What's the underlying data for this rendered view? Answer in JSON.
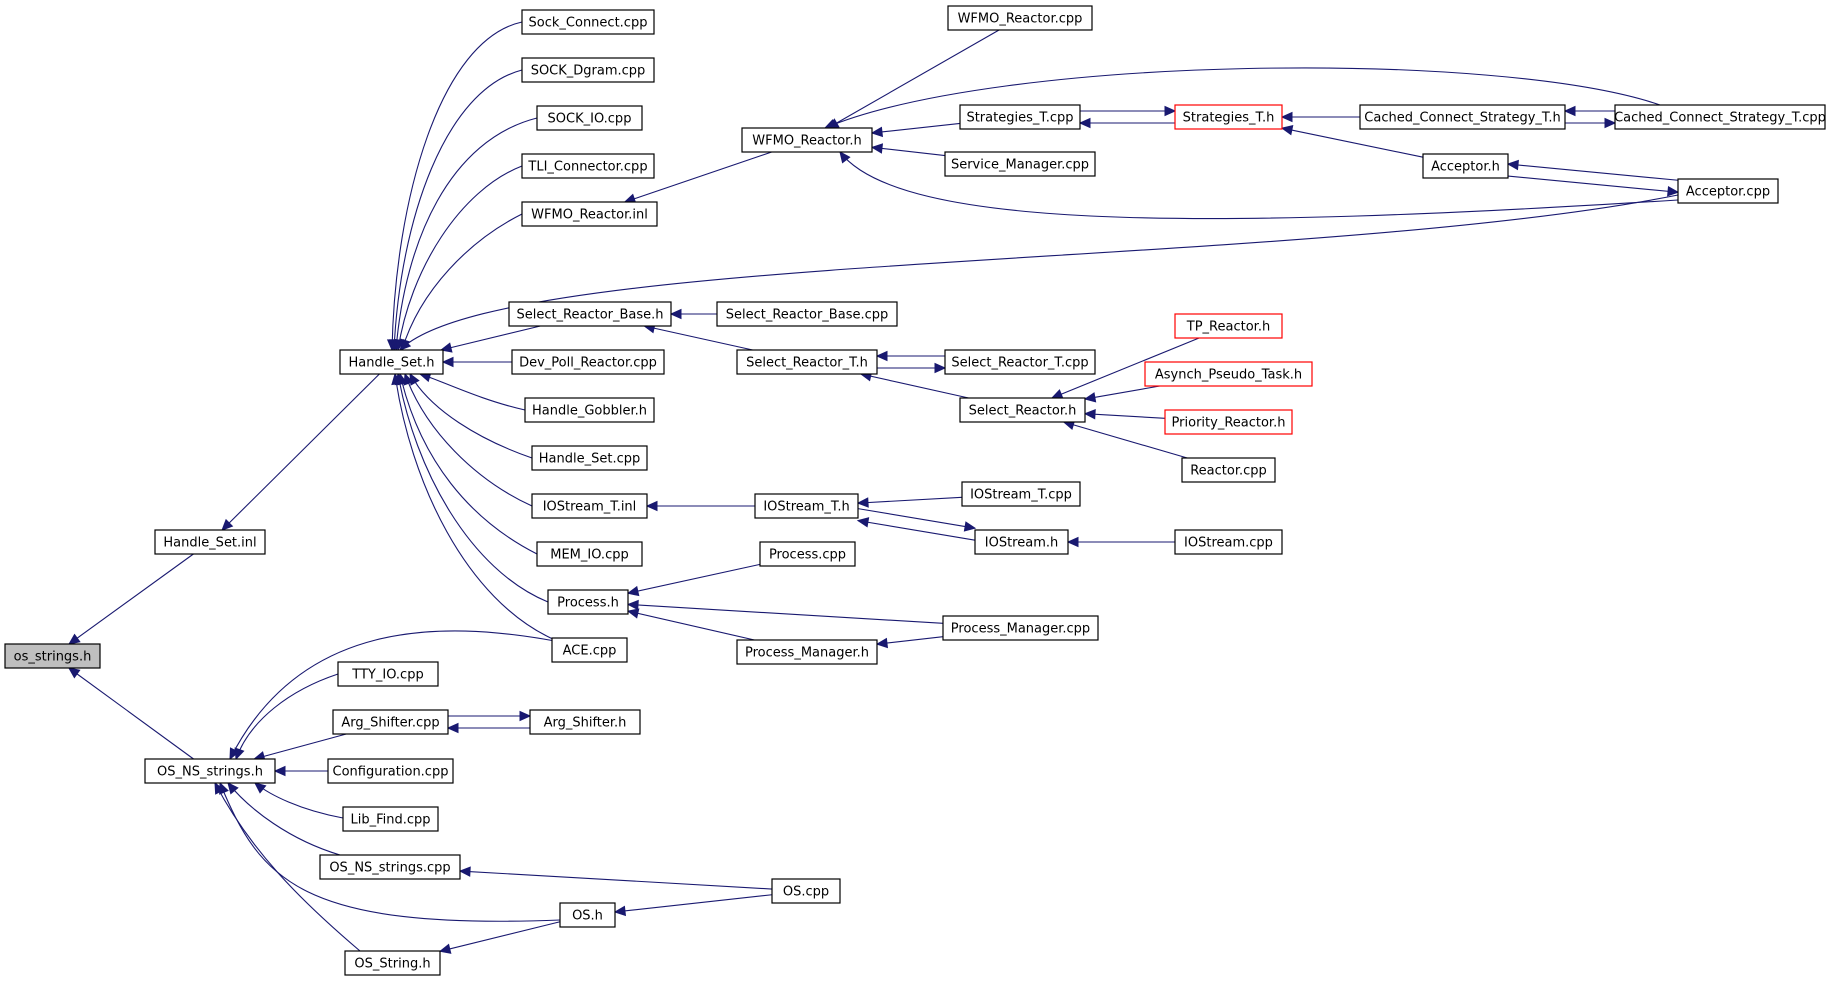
{
  "colors": {
    "edge": "#191970",
    "root_fill": "#bfbfbf",
    "red_border": "#ff0000"
  },
  "nodes": [
    {
      "id": "os_strings_h",
      "label": "os_strings.h",
      "root": true
    },
    {
      "id": "Handle_Set_inl",
      "label": "Handle_Set.inl"
    },
    {
      "id": "OS_NS_strings_h",
      "label": "OS_NS_strings.h"
    },
    {
      "id": "Handle_Set_h",
      "label": "Handle_Set.h"
    },
    {
      "id": "Sock_Connect_cpp",
      "label": "Sock_Connect.cpp"
    },
    {
      "id": "SOCK_Dgram_cpp",
      "label": "SOCK_Dgram.cpp"
    },
    {
      "id": "SOCK_IO_cpp",
      "label": "SOCK_IO.cpp"
    },
    {
      "id": "TLI_Connector_cpp",
      "label": "TLI_Connector.cpp"
    },
    {
      "id": "WFMO_Reactor_inl",
      "label": "WFMO_Reactor.inl"
    },
    {
      "id": "Select_Reactor_Base_h",
      "label": "Select_Reactor_Base.h"
    },
    {
      "id": "Dev_Poll_Reactor_cpp",
      "label": "Dev_Poll_Reactor.cpp"
    },
    {
      "id": "Handle_Gobbler_h",
      "label": "Handle_Gobbler.h"
    },
    {
      "id": "Handle_Set_cpp",
      "label": "Handle_Set.cpp"
    },
    {
      "id": "IOStream_T_inl",
      "label": "IOStream_T.inl"
    },
    {
      "id": "MEM_IO_cpp",
      "label": "MEM_IO.cpp"
    },
    {
      "id": "Process_h",
      "label": "Process.h"
    },
    {
      "id": "ACE_cpp",
      "label": "ACE.cpp"
    },
    {
      "id": "TTY_IO_cpp",
      "label": "TTY_IO.cpp"
    },
    {
      "id": "Arg_Shifter_cpp",
      "label": "Arg_Shifter.cpp"
    },
    {
      "id": "Arg_Shifter_h",
      "label": "Arg_Shifter.h"
    },
    {
      "id": "Configuration_cpp",
      "label": "Configuration.cpp"
    },
    {
      "id": "Lib_Find_cpp",
      "label": "Lib_Find.cpp"
    },
    {
      "id": "OS_NS_strings_cpp",
      "label": "OS_NS_strings.cpp"
    },
    {
      "id": "OS_h",
      "label": "OS.h"
    },
    {
      "id": "OS_String_h",
      "label": "OS_String.h"
    },
    {
      "id": "OS_cpp",
      "label": "OS.cpp"
    },
    {
      "id": "WFMO_Reactor_h",
      "label": "WFMO_Reactor.h"
    },
    {
      "id": "WFMO_Reactor_cpp",
      "label": "WFMO_Reactor.cpp"
    },
    {
      "id": "Strategies_T_cpp",
      "label": "Strategies_T.cpp"
    },
    {
      "id": "Service_Manager_cpp",
      "label": "Service_Manager.cpp"
    },
    {
      "id": "Strategies_T_h",
      "label": "Strategies_T.h",
      "red": true
    },
    {
      "id": "Cached_Connect_Strategy_T_h",
      "label": "Cached_Connect_Strategy_T.h"
    },
    {
      "id": "Cached_Connect_Strategy_T_cpp",
      "label": "Cached_Connect_Strategy_T.cpp"
    },
    {
      "id": "Acceptor_h",
      "label": "Acceptor.h"
    },
    {
      "id": "Acceptor_cpp",
      "label": "Acceptor.cpp"
    },
    {
      "id": "Select_Reactor_Base_cpp",
      "label": "Select_Reactor_Base.cpp"
    },
    {
      "id": "Select_Reactor_T_h",
      "label": "Select_Reactor_T.h"
    },
    {
      "id": "Select_Reactor_T_cpp",
      "label": "Select_Reactor_T.cpp"
    },
    {
      "id": "Select_Reactor_h",
      "label": "Select_Reactor.h"
    },
    {
      "id": "TP_Reactor_h",
      "label": "TP_Reactor.h",
      "red": true
    },
    {
      "id": "Asynch_Pseudo_Task_h",
      "label": "Asynch_Pseudo_Task.h",
      "red": true
    },
    {
      "id": "Priority_Reactor_h",
      "label": "Priority_Reactor.h",
      "red": true
    },
    {
      "id": "Reactor_cpp",
      "label": "Reactor.cpp"
    },
    {
      "id": "IOStream_T_h",
      "label": "IOStream_T.h"
    },
    {
      "id": "IOStream_T_cpp",
      "label": "IOStream_T.cpp"
    },
    {
      "id": "IOStream_h",
      "label": "IOStream.h"
    },
    {
      "id": "IOStream_cpp",
      "label": "IOStream.cpp"
    },
    {
      "id": "Process_cpp",
      "label": "Process.cpp"
    },
    {
      "id": "Process_Manager_h",
      "label": "Process_Manager.h"
    },
    {
      "id": "Process_Manager_cpp",
      "label": "Process_Manager.cpp"
    }
  ],
  "edges": [
    [
      "Handle_Set_inl",
      "os_strings_h"
    ],
    [
      "OS_NS_strings_h",
      "os_strings_h"
    ],
    [
      "Handle_Set_h",
      "Handle_Set_inl"
    ],
    [
      "Sock_Connect_cpp",
      "Handle_Set_h"
    ],
    [
      "SOCK_Dgram_cpp",
      "Handle_Set_h"
    ],
    [
      "SOCK_IO_cpp",
      "Handle_Set_h"
    ],
    [
      "TLI_Connector_cpp",
      "Handle_Set_h"
    ],
    [
      "WFMO_Reactor_inl",
      "Handle_Set_h"
    ],
    [
      "Acceptor_cpp",
      "Handle_Set_h"
    ],
    [
      "Select_Reactor_Base_h",
      "Handle_Set_h"
    ],
    [
      "Dev_Poll_Reactor_cpp",
      "Handle_Set_h"
    ],
    [
      "Handle_Gobbler_h",
      "Handle_Set_h"
    ],
    [
      "Handle_Set_cpp",
      "Handle_Set_h"
    ],
    [
      "IOStream_T_inl",
      "Handle_Set_h"
    ],
    [
      "MEM_IO_cpp",
      "Handle_Set_h"
    ],
    [
      "Process_h",
      "Handle_Set_h"
    ],
    [
      "ACE_cpp",
      "Handle_Set_h"
    ],
    [
      "ACE_cpp",
      "OS_NS_strings_h"
    ],
    [
      "TTY_IO_cpp",
      "OS_NS_strings_h"
    ],
    [
      "Arg_Shifter_cpp",
      "OS_NS_strings_h"
    ],
    [
      "Configuration_cpp",
      "OS_NS_strings_h"
    ],
    [
      "Lib_Find_cpp",
      "OS_NS_strings_h"
    ],
    [
      "OS_NS_strings_cpp",
      "OS_NS_strings_h"
    ],
    [
      "OS_h",
      "OS_NS_strings_h"
    ],
    [
      "OS_String_h",
      "OS_NS_strings_h"
    ],
    [
      "Arg_Shifter_h",
      "Arg_Shifter_cpp"
    ],
    [
      "Arg_Shifter_cpp",
      "Arg_Shifter_h"
    ],
    [
      "OS_cpp",
      "OS_NS_strings_cpp"
    ],
    [
      "OS_cpp",
      "OS_h"
    ],
    [
      "OS_h",
      "OS_String_h"
    ],
    [
      "WFMO_Reactor_h",
      "WFMO_Reactor_inl"
    ],
    [
      "WFMO_Reactor_cpp",
      "WFMO_Reactor_h"
    ],
    [
      "Strategies_T_cpp",
      "WFMO_Reactor_h"
    ],
    [
      "Service_Manager_cpp",
      "WFMO_Reactor_h"
    ],
    [
      "Cached_Connect_Strategy_T_cpp",
      "WFMO_Reactor_h"
    ],
    [
      "Acceptor_cpp",
      "WFMO_Reactor_h"
    ],
    [
      "Strategies_T_h",
      "Strategies_T_cpp"
    ],
    [
      "Strategies_T_cpp",
      "Strategies_T_h"
    ],
    [
      "Cached_Connect_Strategy_T_h",
      "Strategies_T_h"
    ],
    [
      "Acceptor_h",
      "Strategies_T_h"
    ],
    [
      "Cached_Connect_Strategy_T_cpp",
      "Cached_Connect_Strategy_T_h"
    ],
    [
      "Cached_Connect_Strategy_T_h",
      "Cached_Connect_Strategy_T_cpp"
    ],
    [
      "Acceptor_cpp",
      "Acceptor_h"
    ],
    [
      "Acceptor_h",
      "Acceptor_cpp"
    ],
    [
      "Select_Reactor_Base_cpp",
      "Select_Reactor_Base_h"
    ],
    [
      "Select_Reactor_T_h",
      "Select_Reactor_Base_h"
    ],
    [
      "Select_Reactor_T_cpp",
      "Select_Reactor_T_h"
    ],
    [
      "Select_Reactor_T_h",
      "Select_Reactor_T_cpp"
    ],
    [
      "Select_Reactor_h",
      "Select_Reactor_T_h"
    ],
    [
      "TP_Reactor_h",
      "Select_Reactor_h"
    ],
    [
      "Asynch_Pseudo_Task_h",
      "Select_Reactor_h"
    ],
    [
      "Priority_Reactor_h",
      "Select_Reactor_h"
    ],
    [
      "Reactor_cpp",
      "Select_Reactor_h"
    ],
    [
      "IOStream_T_h",
      "IOStream_T_inl"
    ],
    [
      "IOStream_T_cpp",
      "IOStream_T_h"
    ],
    [
      "IOStream_h",
      "IOStream_T_h"
    ],
    [
      "IOStream_T_h",
      "IOStream_h"
    ],
    [
      "IOStream_cpp",
      "IOStream_h"
    ],
    [
      "Process_cpp",
      "Process_h"
    ],
    [
      "Process_Manager_h",
      "Process_h"
    ],
    [
      "Process_Manager_cpp",
      "Process_h"
    ],
    [
      "Process_Manager_cpp",
      "Process_Manager_h"
    ]
  ]
}
